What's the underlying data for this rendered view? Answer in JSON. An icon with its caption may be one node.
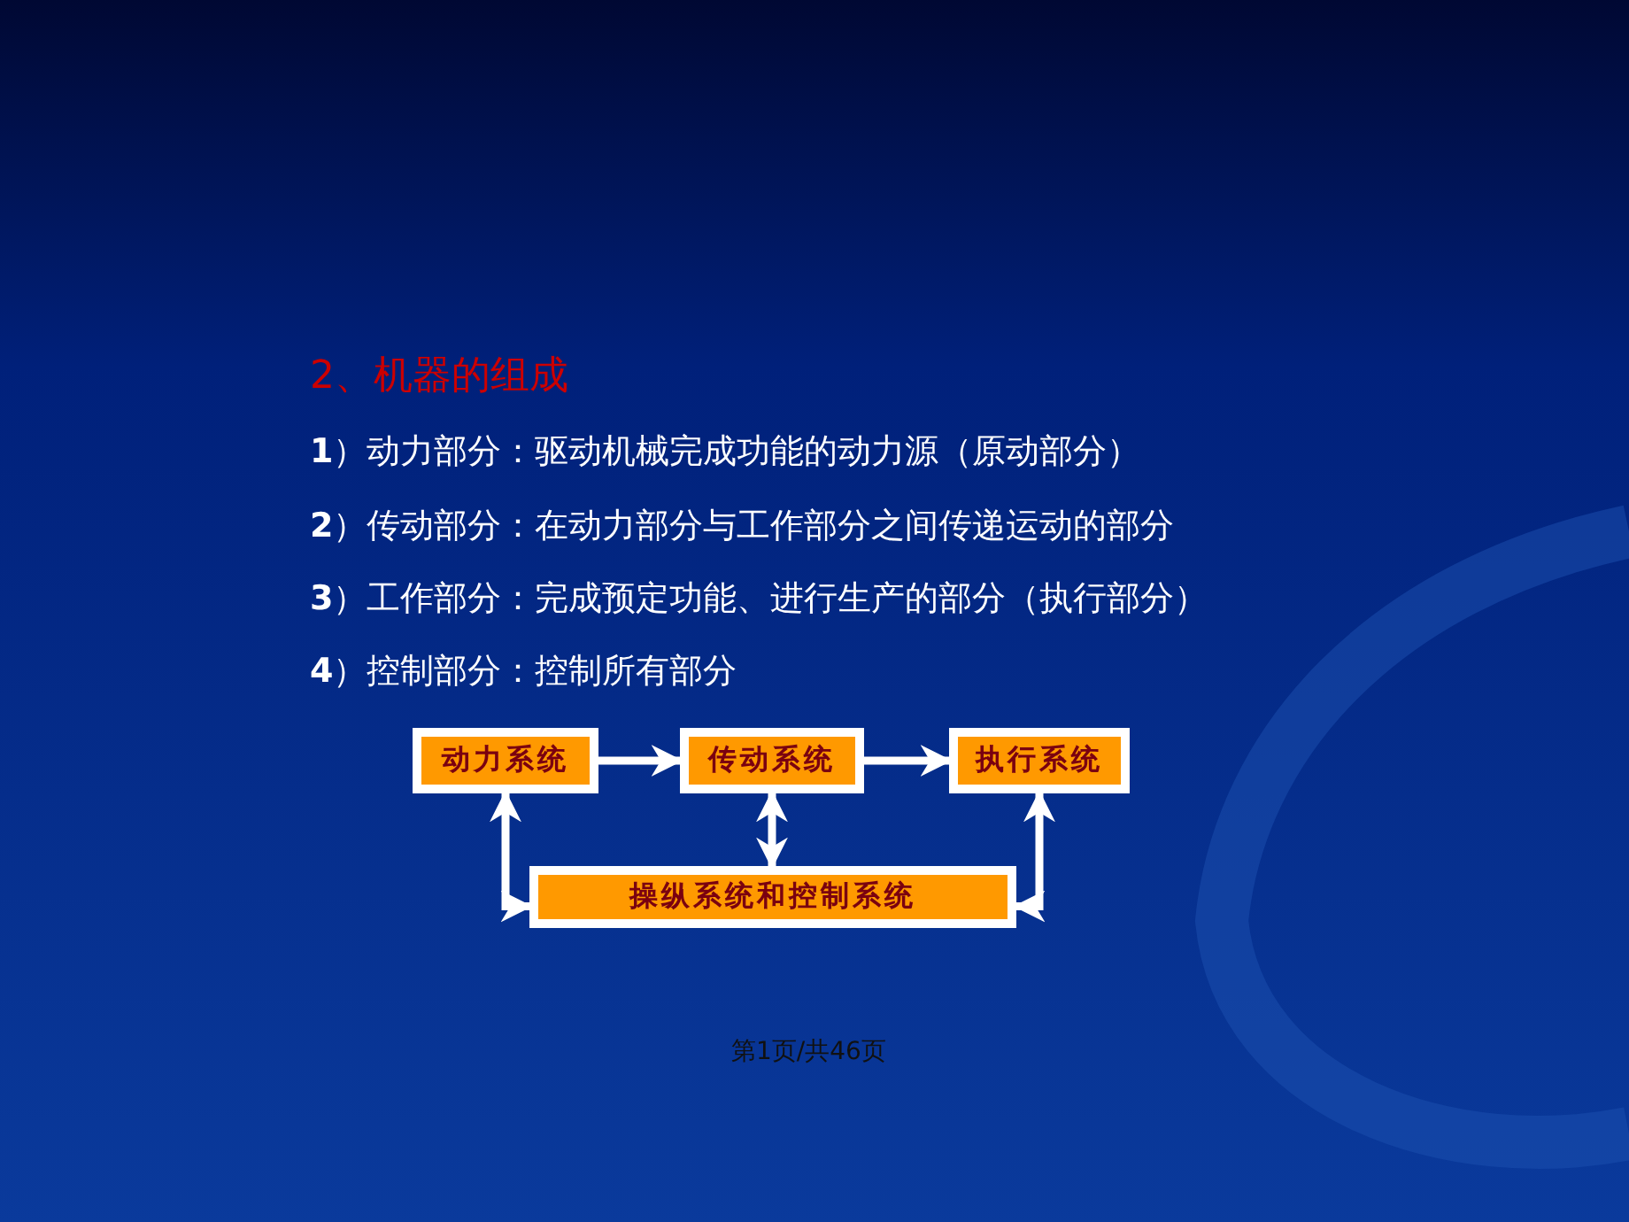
{
  "diagram": {
    "title": "2、机器的组成",
    "nodes": [
      {
        "text": [
          "动力系统"
        ]
      },
      {
        "text": [
          "传动系统"
        ]
      },
      {
        "text": [
          "执行系统"
        ]
      },
      {
        "text": [
          "操纵系统和控制系统"
        ]
      }
    ],
    "edges": [
      {
        "from": 0,
        "to": 1,
        "arrow": "to"
      },
      {
        "from": 1,
        "to": 2,
        "arrow": "to"
      },
      {
        "from": 3,
        "to": 0,
        "arrow": "both"
      },
      {
        "from": 1,
        "to": 3,
        "arrow": "both"
      },
      {
        "from": 3,
        "to": 2,
        "arrow": "both"
      }
    ],
    "labels": [
      "**1**）动力部分：驱动机械完成功能的动力源（原动部分）",
      "**2**）传动部分：在动力部分与工作部分之间传递运动的部分",
      "**3**）工作部分：完成预定功能、进行生产的部分（执行部分）",
      "**4**）控制部分：控制所有部分",
      "第1页/共46页"
    ]
  }
}
